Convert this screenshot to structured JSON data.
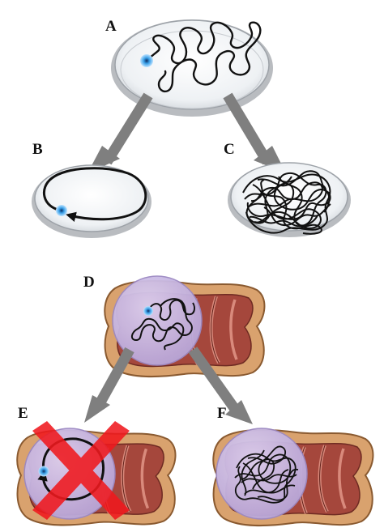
{
  "panels": {
    "a": {
      "label": "A"
    },
    "b": {
      "label": "B"
    },
    "c": {
      "label": "C"
    },
    "d": {
      "label": "D"
    },
    "e": {
      "label": "E"
    },
    "f": {
      "label": "F"
    }
  },
  "colors": {
    "dish_rim": "#b9bcc0",
    "dish_fill": "#eef1f4",
    "path_line": "#111111",
    "cell_dot": "#3aa0e8",
    "arrow_gray": "#8a8a8a",
    "tissue_outer": "#d9a26e",
    "tissue_inner": "#a5473c",
    "bubble_fill": "#c7b6e3",
    "cross_red": "#f0191e"
  }
}
